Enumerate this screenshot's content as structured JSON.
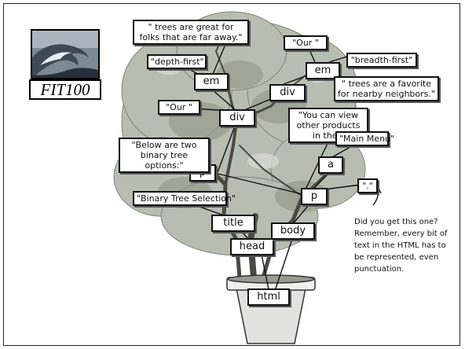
{
  "logo": {
    "text": "FIT100"
  },
  "nodes": {
    "html": "html",
    "head": "head",
    "body": "body",
    "title": "title",
    "p_left": "p",
    "p_right": "p",
    "a": "a",
    "div_left": "div",
    "div_right": "div",
    "em_left": "em",
    "em_right": "em",
    "title_text": "\"Binary Tree Selection\"",
    "below_text": "\"Below are two binary tree options:\"",
    "our_left": "\"Our \"",
    "depth_first": "\"depth-first\"",
    "trees_far": "\" trees are great for folks that are far away.\"",
    "our_right": "\"Our \"",
    "breadth_first": "\"breadth-first\"",
    "trees_nearby": "\" trees are a favorite for nearby neighbors.\"",
    "view_other": "\"You can view other products in the \"",
    "main_menu": "\"Main Menu\"",
    "period": "\".\""
  },
  "note": "Did you get this one? Remember, every bit of text in the HTML has to be represented, even punctuation."
}
